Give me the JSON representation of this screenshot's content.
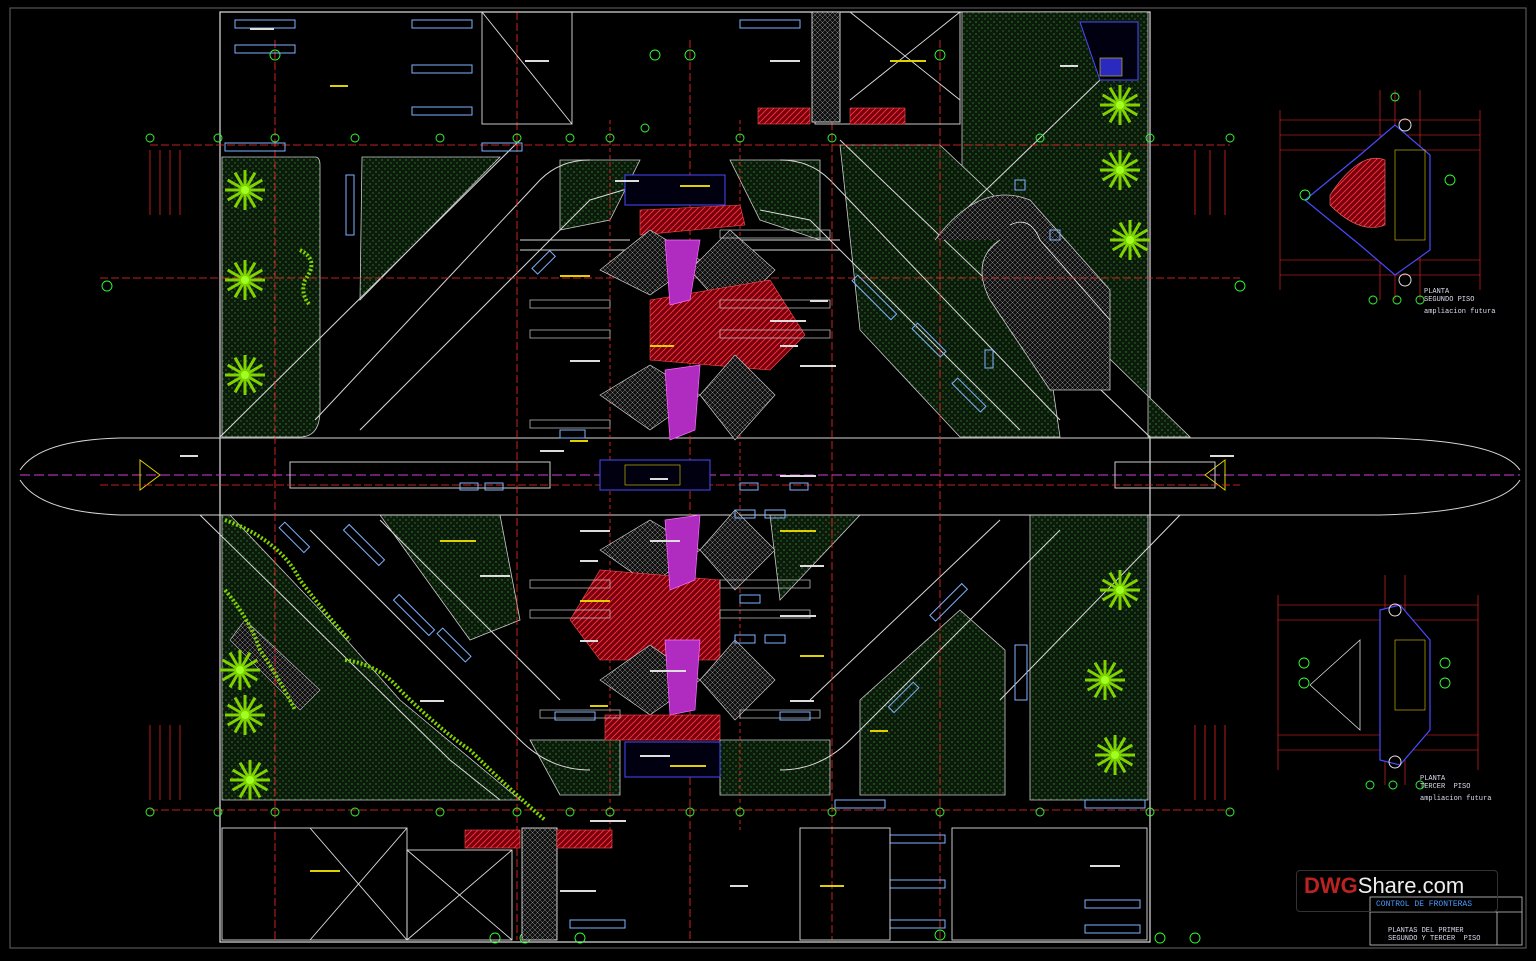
{
  "drawing": {
    "project_title": "CONTROL DE FRONTERAS",
    "sheet_title_1": "PLANTAS DEL PRIMER",
    "sheet_title_2": "SEGUNDO Y TERCER  PISO"
  },
  "insets": {
    "second_floor_title_1": "PLANTA",
    "second_floor_title_2": "SEGUNDO PISO",
    "second_floor_note": "ampliacion futura",
    "third_floor_title_1": "PLANTA",
    "third_floor_title_2": "TERCER  PISO",
    "third_floor_note": "ampliacion futura"
  },
  "watermark": {
    "dwg": "DWG",
    "share": "Share.com"
  },
  "colors": {
    "background": "#000000",
    "boundary": "#e0e0e0",
    "grid_axis": "#ff2a2a",
    "landscape": "#1a3a1a",
    "trees": "#7fd400",
    "road_edge": "#d8d8d8",
    "canopy": "#c8102e",
    "canopy_accent": "#d63bd6",
    "vehicles": "#7fb2ff",
    "building": "#4a4aff"
  }
}
